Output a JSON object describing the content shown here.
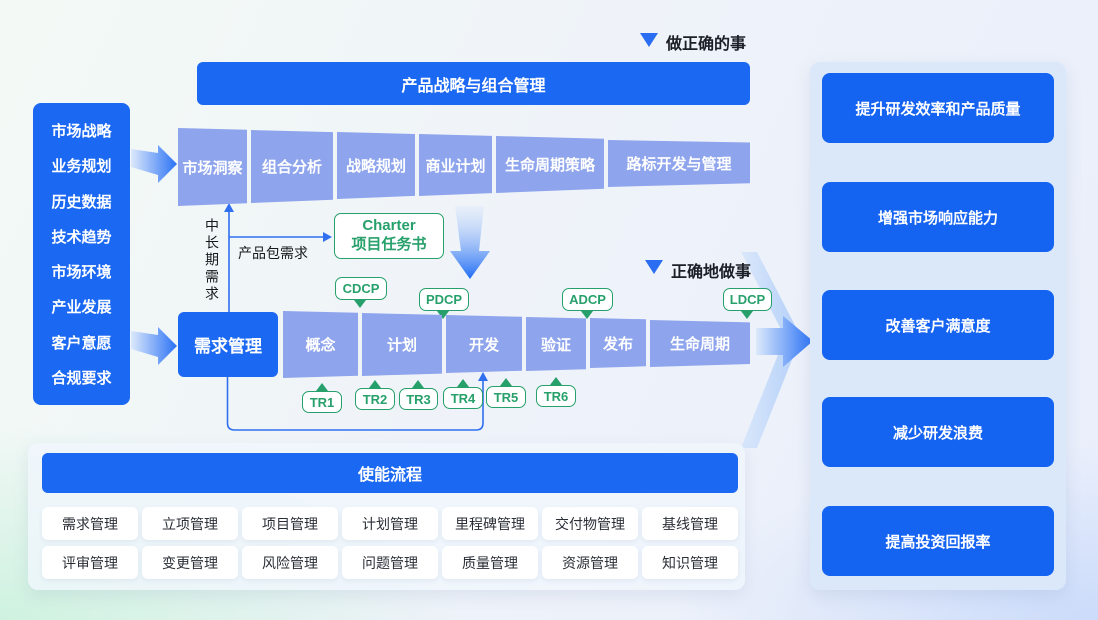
{
  "annotations": {
    "do_right": "做正确的事",
    "do_things_right": "正确地做事"
  },
  "sidebar": {
    "items": [
      "市场战略",
      "业务规划",
      "历史数据",
      "技术趋势",
      "市场环境",
      "产业发展",
      "客户意愿",
      "合规要求"
    ]
  },
  "strategy": {
    "banner": "产品战略与组合管理",
    "stages": [
      "市场洞察",
      "组合分析",
      "战略规划",
      "商业计划",
      "生命周期策略",
      "路标开发与管理"
    ]
  },
  "requirement": {
    "management": "需求管理",
    "long_term": "中长期需求",
    "package": "产品包需求"
  },
  "charter": {
    "line1": "Charter",
    "line2": "项目任务书"
  },
  "dev": {
    "stages": [
      "概念",
      "计划",
      "开发",
      "验证",
      "发布",
      "生命周期"
    ]
  },
  "gates": [
    "CDCP",
    "PDCP",
    "ADCP",
    "LDCP"
  ],
  "trs": [
    "TR1",
    "TR2",
    "TR3",
    "TR4",
    "TR5",
    "TR6"
  ],
  "enable": {
    "banner": "使能流程",
    "row1": [
      "需求管理",
      "立项管理",
      "项目管理",
      "计划管理",
      "里程碑管理",
      "交付物管理",
      "基线管理"
    ],
    "row2": [
      "评审管理",
      "变更管理",
      "风险管理",
      "问题管理",
      "质量管理",
      "资源管理",
      "知识管理"
    ]
  },
  "outcomes": [
    "提升研发效率和产品质量",
    "增强市场响应能力",
    "改善客户满意度",
    "减少研发浪费",
    "提高投资回报率"
  ],
  "colors": {
    "primary": "#1b68f2",
    "stage_fill": "#8ea4ec",
    "green": "#27a06b",
    "panel_bg": "#dbe8fa"
  }
}
